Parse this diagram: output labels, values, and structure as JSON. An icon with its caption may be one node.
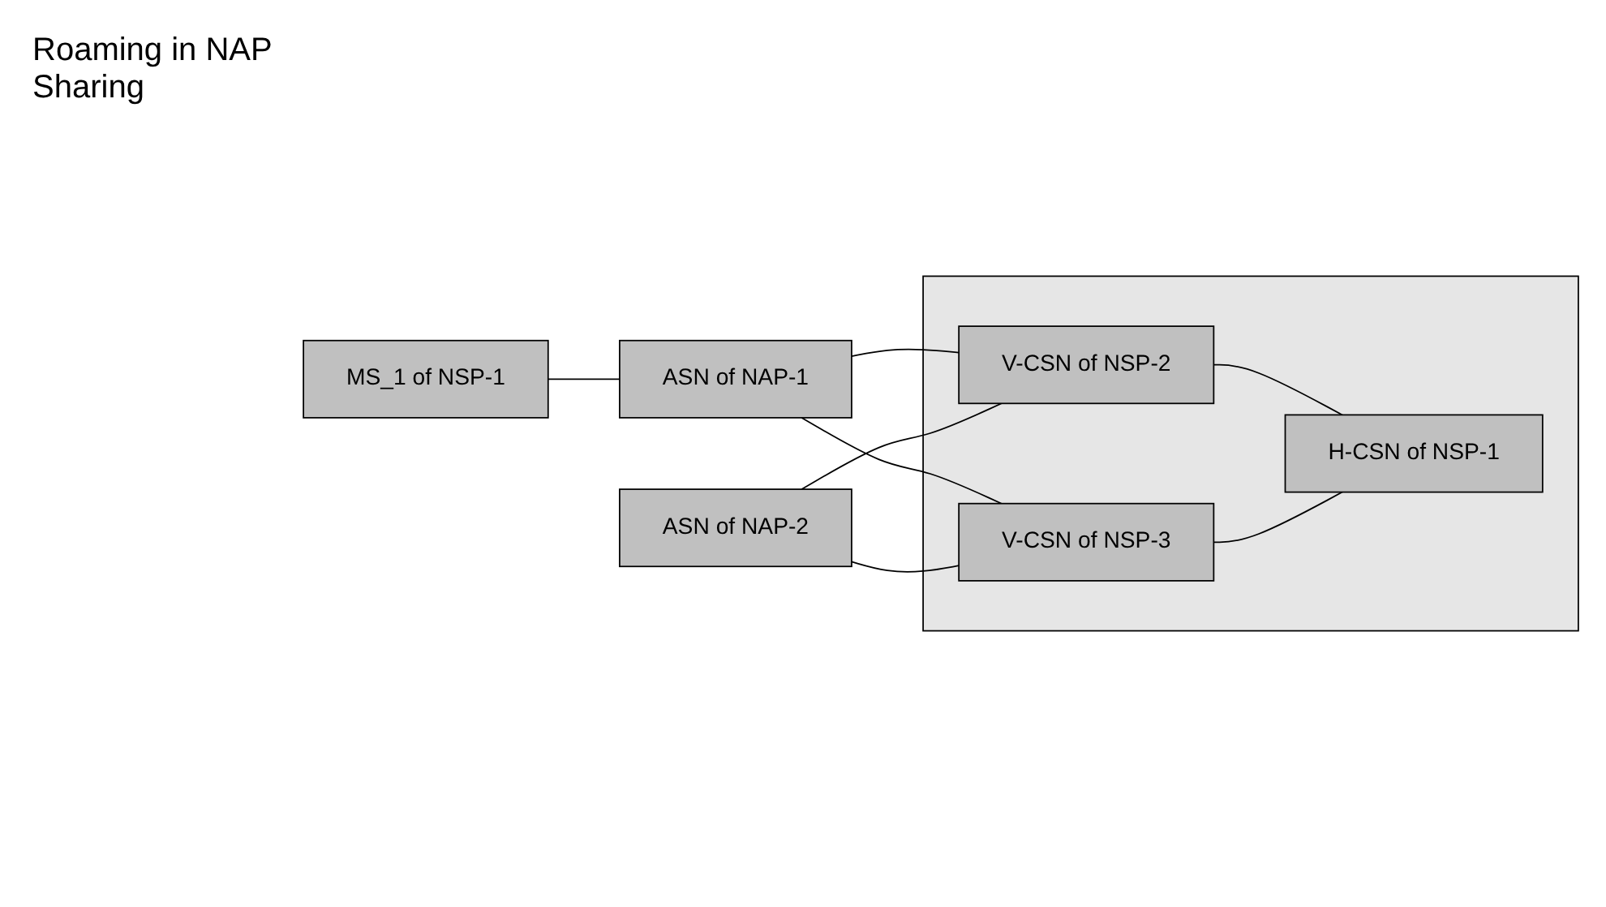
{
  "diagram": {
    "nodes": [
      {
        "text": [],
        "shape": "box"
      },
      {
        "text": [
          "V-CSN of NSP-2"
        ],
        "in": 0
      },
      {
        "text": [
          "ASN of NAP-1"
        ]
      },
      {
        "text": [
          "H-CSN of NSP-1"
        ],
        "in": 0
      },
      {
        "text": [
          "MS_1 of NSP-1"
        ]
      },
      {
        "text": [
          "ASN of NAP-2"
        ]
      },
      {
        "text": [
          "V-CSN of NSP-3"
        ],
        "in": 0
      }
    ],
    "edges": [
      {
        "from": 4,
        "to": 2,
        "arrow": "none"
      },
      {
        "from": 2,
        "to": 1,
        "arrow": "none"
      },
      {
        "from": 2,
        "to": 6,
        "arrow": "none"
      },
      {
        "from": 5,
        "to": 1,
        "arrow": "none"
      },
      {
        "from": 5,
        "to": 6,
        "arrow": "none"
      },
      {
        "from": 1,
        "to": 3,
        "arrow": "none"
      },
      {
        "from": 6,
        "to": 3,
        "arrow": "none"
      }
    ],
    "labels": [
      "Roaming in NAP Sharing"
    ]
  }
}
